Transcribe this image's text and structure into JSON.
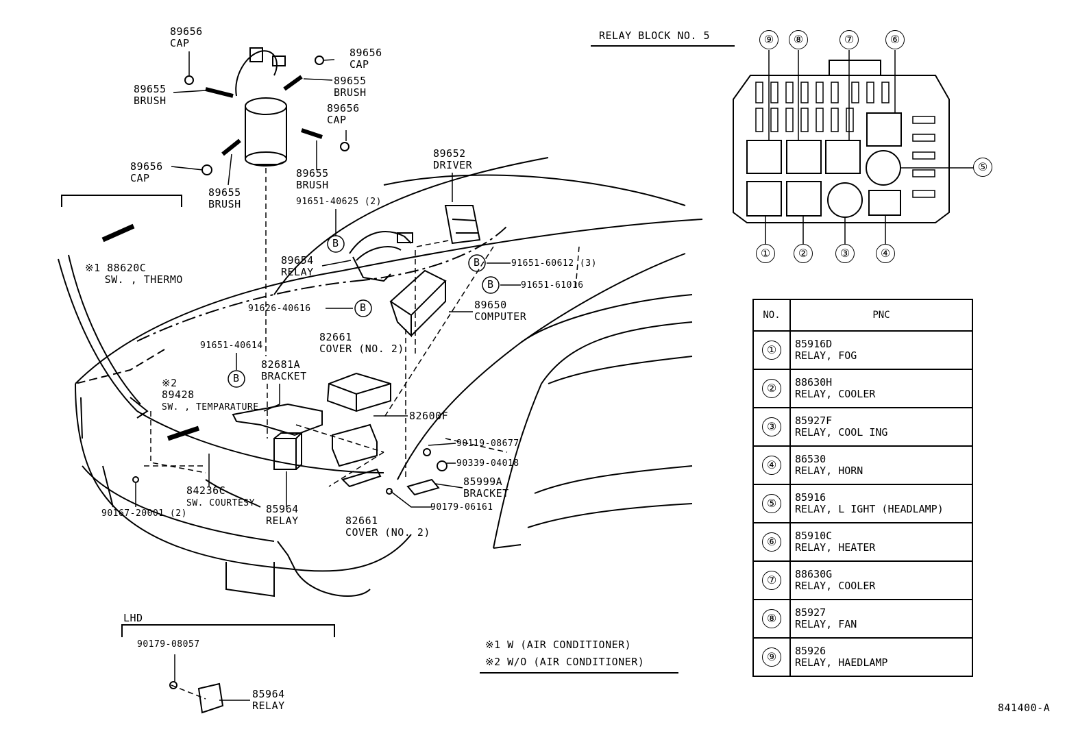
{
  "parts": {
    "cap_a": {
      "no": "89656",
      "name": "CAP"
    },
    "cap_b": {
      "no": "89656",
      "name": "CAP"
    },
    "cap_c": {
      "no": "89656",
      "name": "CAP"
    },
    "cap_d": {
      "no": "89656",
      "name": "CAP"
    },
    "brush_a": {
      "no": "89655",
      "name": "BRUSH"
    },
    "brush_b": {
      "no": "89655",
      "name": "BRUSH"
    },
    "brush_c": {
      "no": "89655",
      "name": "BRUSH"
    },
    "brush_d": {
      "no": "89655",
      "name": "BRUSH"
    },
    "driver": {
      "no": "89652",
      "name": "DRIVER"
    },
    "bolt_40625": "91651-40625 (2)",
    "relay_89654": {
      "no": "89654",
      "name": "RELAY"
    },
    "bolt_60612": "91651-60612 (3)",
    "bolt_61016": "91651-61016",
    "computer": {
      "no": "89650",
      "name": "COMPUTER"
    },
    "bolt_40616": "91626-40616",
    "thermo": {
      "mark": "※1",
      "no": "88620C",
      "name": "SW. , THERMO"
    },
    "cover_top": {
      "no": "82661",
      "name": "COVER (NO. 2)"
    },
    "bolt_40614": "91651-40614",
    "bracket_82681": {
      "no": "82681A",
      "name": "BRACKET"
    },
    "temp_sw": {
      "mark": "※2",
      "no": "89428",
      "name": "SW. , TEMPARATURE"
    },
    "clip_82600": "82600F",
    "screw_08677": "90119-08677",
    "nut_04018": "90339-04018",
    "bracket_85999": {
      "no": "85999A",
      "name": "BRACKET"
    },
    "courtesy": {
      "no": "84236C",
      "name": "SW. COURTESY"
    },
    "relay_85964": {
      "no": "85964",
      "name": "RELAY"
    },
    "clip_06161": "90179-06161",
    "screw_20001": "90167-20001 (2)",
    "cover_bottom": {
      "no": "82661",
      "name": "COVER (NO. 2)"
    },
    "lhd": {
      "title": "LHD",
      "clip": "90179-08057",
      "relay_no": "85964",
      "relay_name": "RELAY"
    },
    "b_marker": "B"
  },
  "notes": {
    "n1": "※1 W (AIR CONDITIONER)",
    "n2": "※2 W/O (AIR CONDITIONER)"
  },
  "relay_block": {
    "title": "RELAY BLOCK NO. 5",
    "callouts": [
      "①",
      "②",
      "③",
      "④",
      "⑤",
      "⑥",
      "⑦",
      "⑧",
      "⑨"
    ]
  },
  "pnc_table": {
    "col_no": "NO.",
    "col_pnc": "PNC",
    "rows": [
      {
        "num": "①",
        "pnc": "85916D",
        "name": "RELAY, FOG"
      },
      {
        "num": "②",
        "pnc": "88630H",
        "name": "RELAY, COOLER"
      },
      {
        "num": "③",
        "pnc": "85927F",
        "name": "RELAY, COOL ING"
      },
      {
        "num": "④",
        "pnc": "86530",
        "name": "RELAY, HORN"
      },
      {
        "num": "⑤",
        "pnc": "85916",
        "name": "RELAY, L IGHT (HEADLAMP)"
      },
      {
        "num": "⑥",
        "pnc": "85910C",
        "name": "RELAY, HEATER"
      },
      {
        "num": "⑦",
        "pnc": "88630G",
        "name": "RELAY, COOLER"
      },
      {
        "num": "⑧",
        "pnc": "85927",
        "name": "RELAY, FAN"
      },
      {
        "num": "⑨",
        "pnc": "85926",
        "name": "RELAY, HAEDLAMP"
      }
    ]
  },
  "figure_id": "841400-A"
}
